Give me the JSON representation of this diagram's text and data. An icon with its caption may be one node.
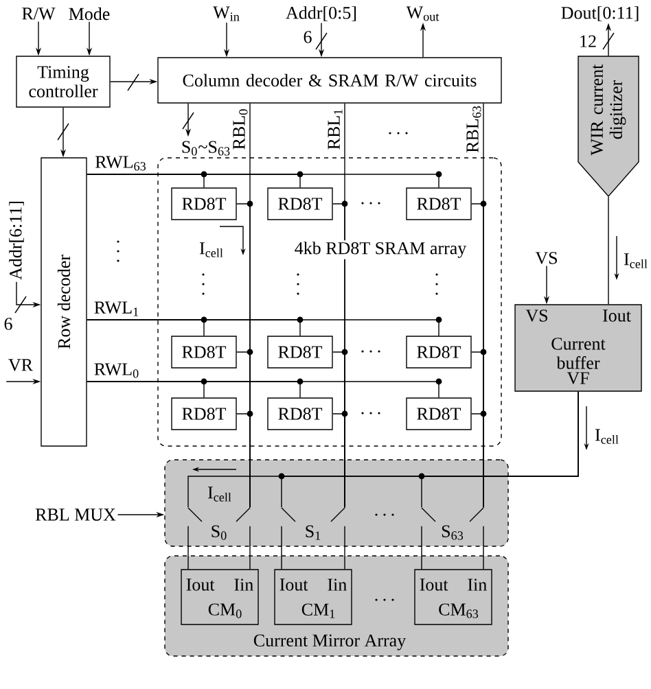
{
  "diagram": {
    "nodes": [
      {
        "text": [
          "R/W"
        ]
      },
      {
        "text": [
          "Mode"
        ]
      },
      {
        "text": [
          "W$_{in}$"
        ]
      },
      {
        "text": [
          "Addr[0:5]"
        ]
      },
      {
        "text": [
          "W$_{out}$"
        ]
      },
      {
        "text": [
          "Dout[0:11]"
        ]
      },
      {
        "text": [
          "Timing controller"
        ]
      },
      {
        "text": [
          "Column decoder & SRAM R/W circuits"
        ]
      },
      {
        "text": [
          "WIR current digitizer"
        ]
      },
      {
        "text": [
          "Row decoder"
        ]
      },
      {
        "text": [
          "Addr[6:11]"
        ]
      },
      {
        "text": [
          "4kb RD8T SRAM array"
        ]
      },
      {
        "text": [
          "RD8T"
        ],
        "in": 11
      },
      {
        "text": [
          "RD8T"
        ],
        "in": 11
      },
      {
        "text": [
          "RD8T"
        ],
        "in": 11
      },
      {
        "text": [
          "RD8T"
        ],
        "in": 11
      },
      {
        "text": [
          "RD8T"
        ],
        "in": 11
      },
      {
        "text": [
          "RD8T"
        ],
        "in": 11
      },
      {
        "text": [
          "RD8T"
        ],
        "in": 11
      },
      {
        "text": [
          "RD8T"
        ],
        "in": 11
      },
      {
        "text": [
          "RD8T"
        ],
        "in": 11
      },
      {
        "text": [
          "VR"
        ]
      },
      {
        "text": [
          "VS"
        ]
      },
      {
        "text": [
          "VS",
          "Iout",
          "Current buffer",
          "VF"
        ]
      },
      {
        "text": [
          "RBL MUX"
        ]
      },
      {
        "text": [],
        "shape": "box"
      },
      {
        "text": [
          "Current Mirror Array"
        ]
      },
      {
        "text": [
          "Iout",
          "Iin",
          "CM$_{0}$"
        ],
        "in": 26
      },
      {
        "text": [
          "Iout",
          "Iin",
          "CM$_{1}$"
        ],
        "in": 26
      },
      {
        "text": [
          "Iout",
          "Iin",
          "CM$_{63}$"
        ],
        "in": 26
      },
      {
        "text": [
          "S$_{0}$"
        ],
        "in": 25
      },
      {
        "text": [
          "S$_{1}$"
        ],
        "in": 25
      },
      {
        "text": [
          "S$_{63}$"
        ],
        "in": 25
      }
    ],
    "edges": [
      {
        "from": 0,
        "to": 6,
        "arrow": "to"
      },
      {
        "from": 1,
        "to": 6,
        "arrow": "to"
      },
      {
        "from": 2,
        "to": 7,
        "arrow": "to"
      },
      {
        "from": 3,
        "to": 7,
        "arrow": "to"
      },
      {
        "from": 7,
        "to": 4,
        "arrow": "to"
      },
      {
        "from": 6,
        "to": 7,
        "arrow": "to"
      },
      {
        "from": 8,
        "to": 5,
        "arrow": "to"
      },
      {
        "from": 6,
        "to": 9,
        "arrow": "to"
      },
      {
        "from": 10,
        "to": 9,
        "arrow": "to"
      },
      {
        "from": 21,
        "to": 9,
        "arrow": "to"
      },
      {
        "from": 7,
        "to": 11,
        "arrow": "to"
      },
      {
        "from": 9,
        "to": 12,
        "arrow": "none"
      },
      {
        "from": 9,
        "to": 13,
        "arrow": "none"
      },
      {
        "from": 9,
        "to": 14,
        "arrow": "none"
      },
      {
        "from": 9,
        "to": 15,
        "arrow": "none"
      },
      {
        "from": 9,
        "to": 16,
        "arrow": "none"
      },
      {
        "from": 9,
        "to": 17,
        "arrow": "none"
      },
      {
        "from": 9,
        "to": 18,
        "arrow": "none"
      },
      {
        "from": 9,
        "to": 19,
        "arrow": "none"
      },
      {
        "from": 9,
        "to": 20,
        "arrow": "none"
      },
      {
        "from": 22,
        "to": 23,
        "arrow": "to"
      },
      {
        "from": 8,
        "to": 23,
        "arrow": "none"
      },
      {
        "from": 7,
        "to": 30,
        "arrow": "none"
      },
      {
        "from": 7,
        "to": 31,
        "arrow": "none"
      },
      {
        "from": 7,
        "to": 32,
        "arrow": "none"
      },
      {
        "from": 23,
        "to": 30,
        "arrow": "none"
      },
      {
        "from": 23,
        "to": 31,
        "arrow": "none"
      },
      {
        "from": 23,
        "to": 32,
        "arrow": "none"
      },
      {
        "from": 24,
        "to": 25,
        "arrow": "to"
      },
      {
        "from": 30,
        "to": 27,
        "arrow": "none"
      },
      {
        "from": 31,
        "to": 28,
        "arrow": "none"
      },
      {
        "from": 32,
        "to": 29,
        "arrow": "none"
      },
      {
        "from": 30,
        "to": 27,
        "arrow": "none"
      },
      {
        "from": 31,
        "to": 28,
        "arrow": "none"
      },
      {
        "from": 32,
        "to": 29,
        "arrow": "none"
      },
      {
        "from": 12,
        "to": 30,
        "arrow": "none"
      },
      {
        "from": 13,
        "to": 31,
        "arrow": "none"
      },
      {
        "from": 14,
        "to": 32,
        "arrow": "none"
      },
      {
        "from": 15,
        "to": 30,
        "arrow": "none"
      },
      {
        "from": 16,
        "to": 31,
        "arrow": "none"
      },
      {
        "from": 17,
        "to": 32,
        "arrow": "none"
      },
      {
        "from": 18,
        "to": 30,
        "arrow": "none"
      },
      {
        "from": 19,
        "to": 31,
        "arrow": "none"
      },
      {
        "from": 20,
        "to": 32,
        "arrow": "none"
      }
    ],
    "labels": [
      "6",
      "12",
      "S$_{0}$~S$_{63}$",
      "RBL$_{0}$",
      "RBL$_{1}$",
      "RBL$_{63}$",
      "RWL$_{63}$",
      "I$_{cell}$",
      "I$_{cell}$",
      "6",
      "RWL$_{1}$",
      "RWL$_{0}$",
      "I$_{cell}$",
      "I$_{cell}$"
    ]
  }
}
